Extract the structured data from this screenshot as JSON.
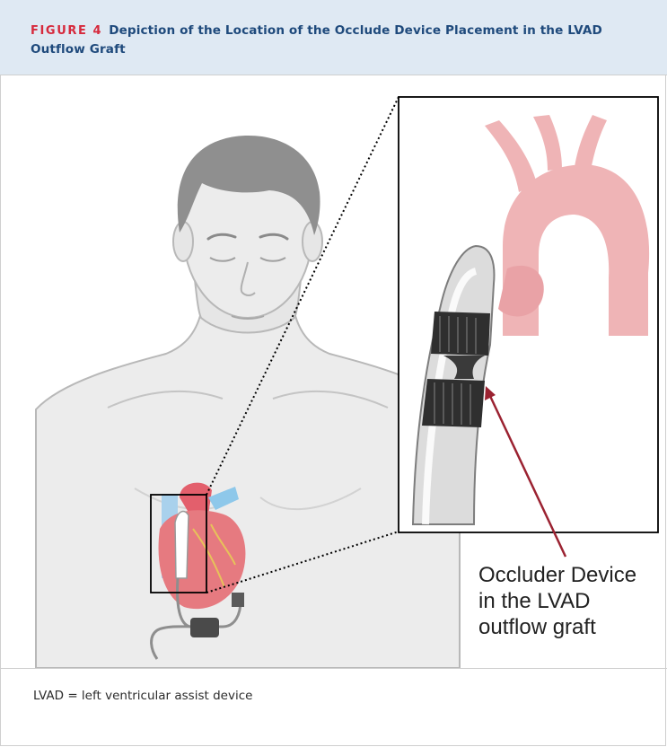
{
  "figure": {
    "label": "FIGURE 4",
    "title": "Depiction of the Location of the Occlude Device Placement in the LVAD Outflow Graft"
  },
  "callout": {
    "line1": "Occluder Device",
    "line2": "in the LVAD",
    "line3": "outflow graft"
  },
  "caption": {
    "text": "LVAD = left ventricular assist device"
  },
  "colors": {
    "header_bg": "#dfe9f3",
    "title": "#1f4a7c",
    "label": "#d6293c",
    "arrow": "#9b2231"
  }
}
